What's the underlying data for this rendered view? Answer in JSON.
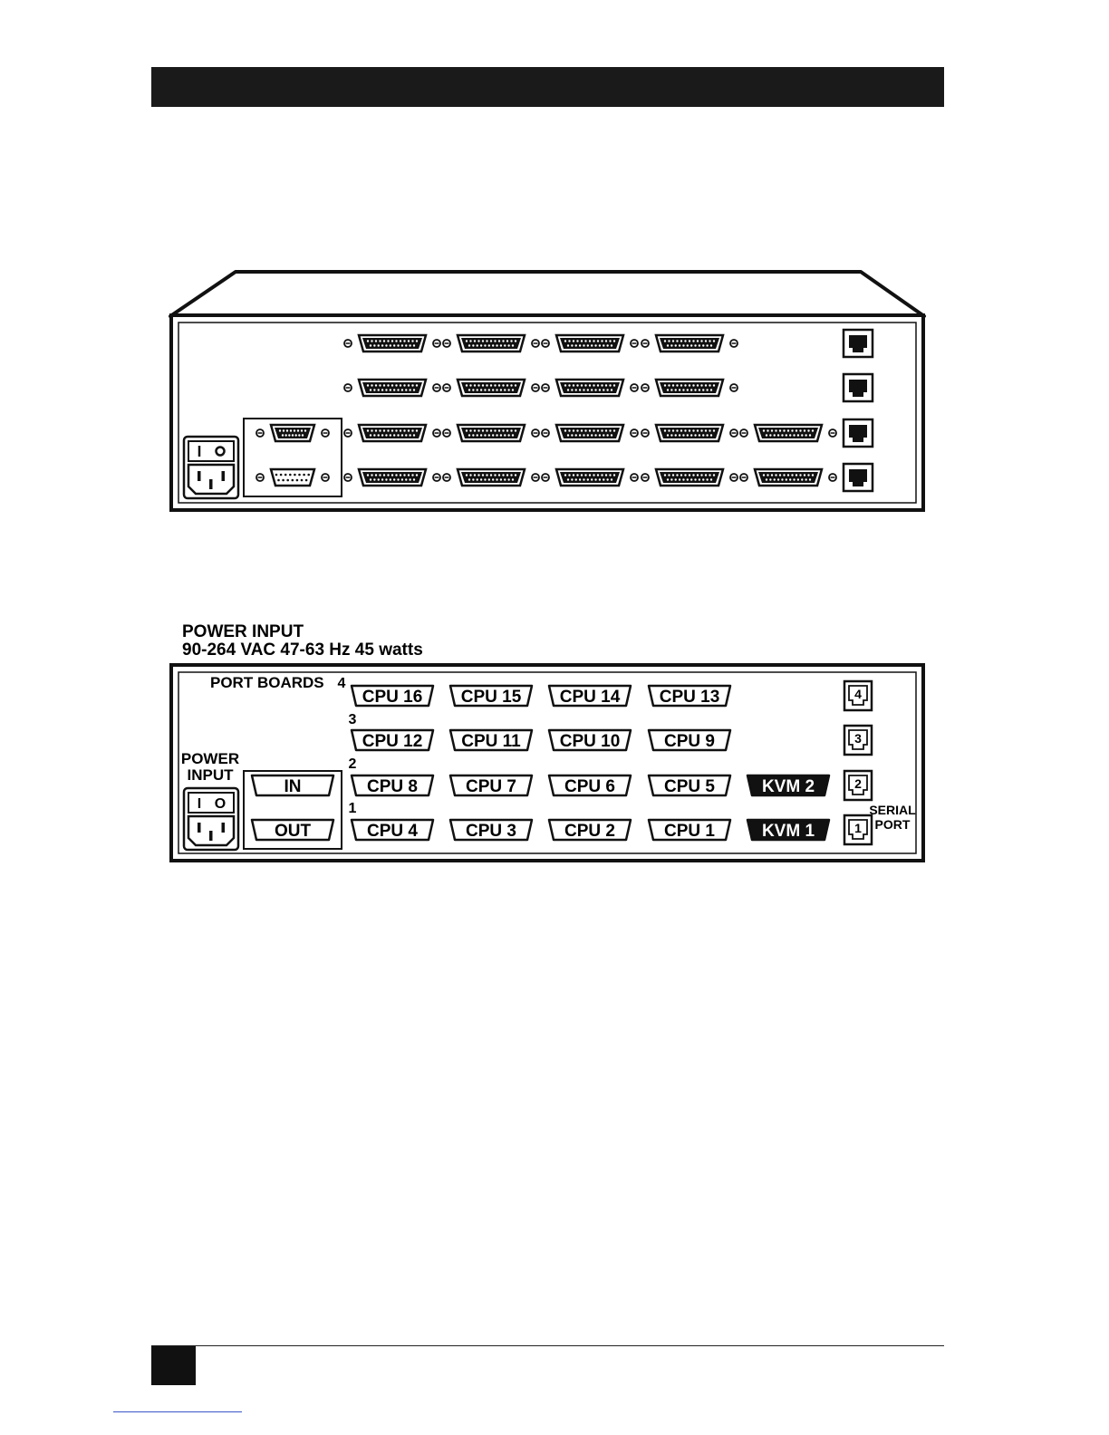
{
  "figure_b": {
    "power_caption_line1": "POWER INPUT",
    "power_caption_line2": "90-264 VAC  47-63 Hz  45 watts",
    "port_boards_label": "PORT BOARDS",
    "board_numbers": [
      "4",
      "3",
      "2",
      "1"
    ],
    "power_label_line1": "POWER",
    "power_label_line2": "INPUT",
    "in_label": "IN",
    "out_label": "OUT",
    "cpu_rows": [
      [
        "CPU 16",
        "CPU 15",
        "CPU 14",
        "CPU 13"
      ],
      [
        "CPU 12",
        "CPU 11",
        "CPU 10",
        "CPU 9"
      ],
      [
        "CPU 8",
        "CPU 7",
        "CPU 6",
        "CPU 5"
      ],
      [
        "CPU 4",
        "CPU 3",
        "CPU 2",
        "CPU 1"
      ]
    ],
    "kvm_labels": [
      "KVM 2",
      "KVM 1"
    ],
    "serial_numbers": [
      "4",
      "3",
      "2",
      "1"
    ],
    "serial_label_line1": "SERIAL",
    "serial_label_line2": "PORT",
    "switch_on": "I",
    "switch_off": "O"
  }
}
